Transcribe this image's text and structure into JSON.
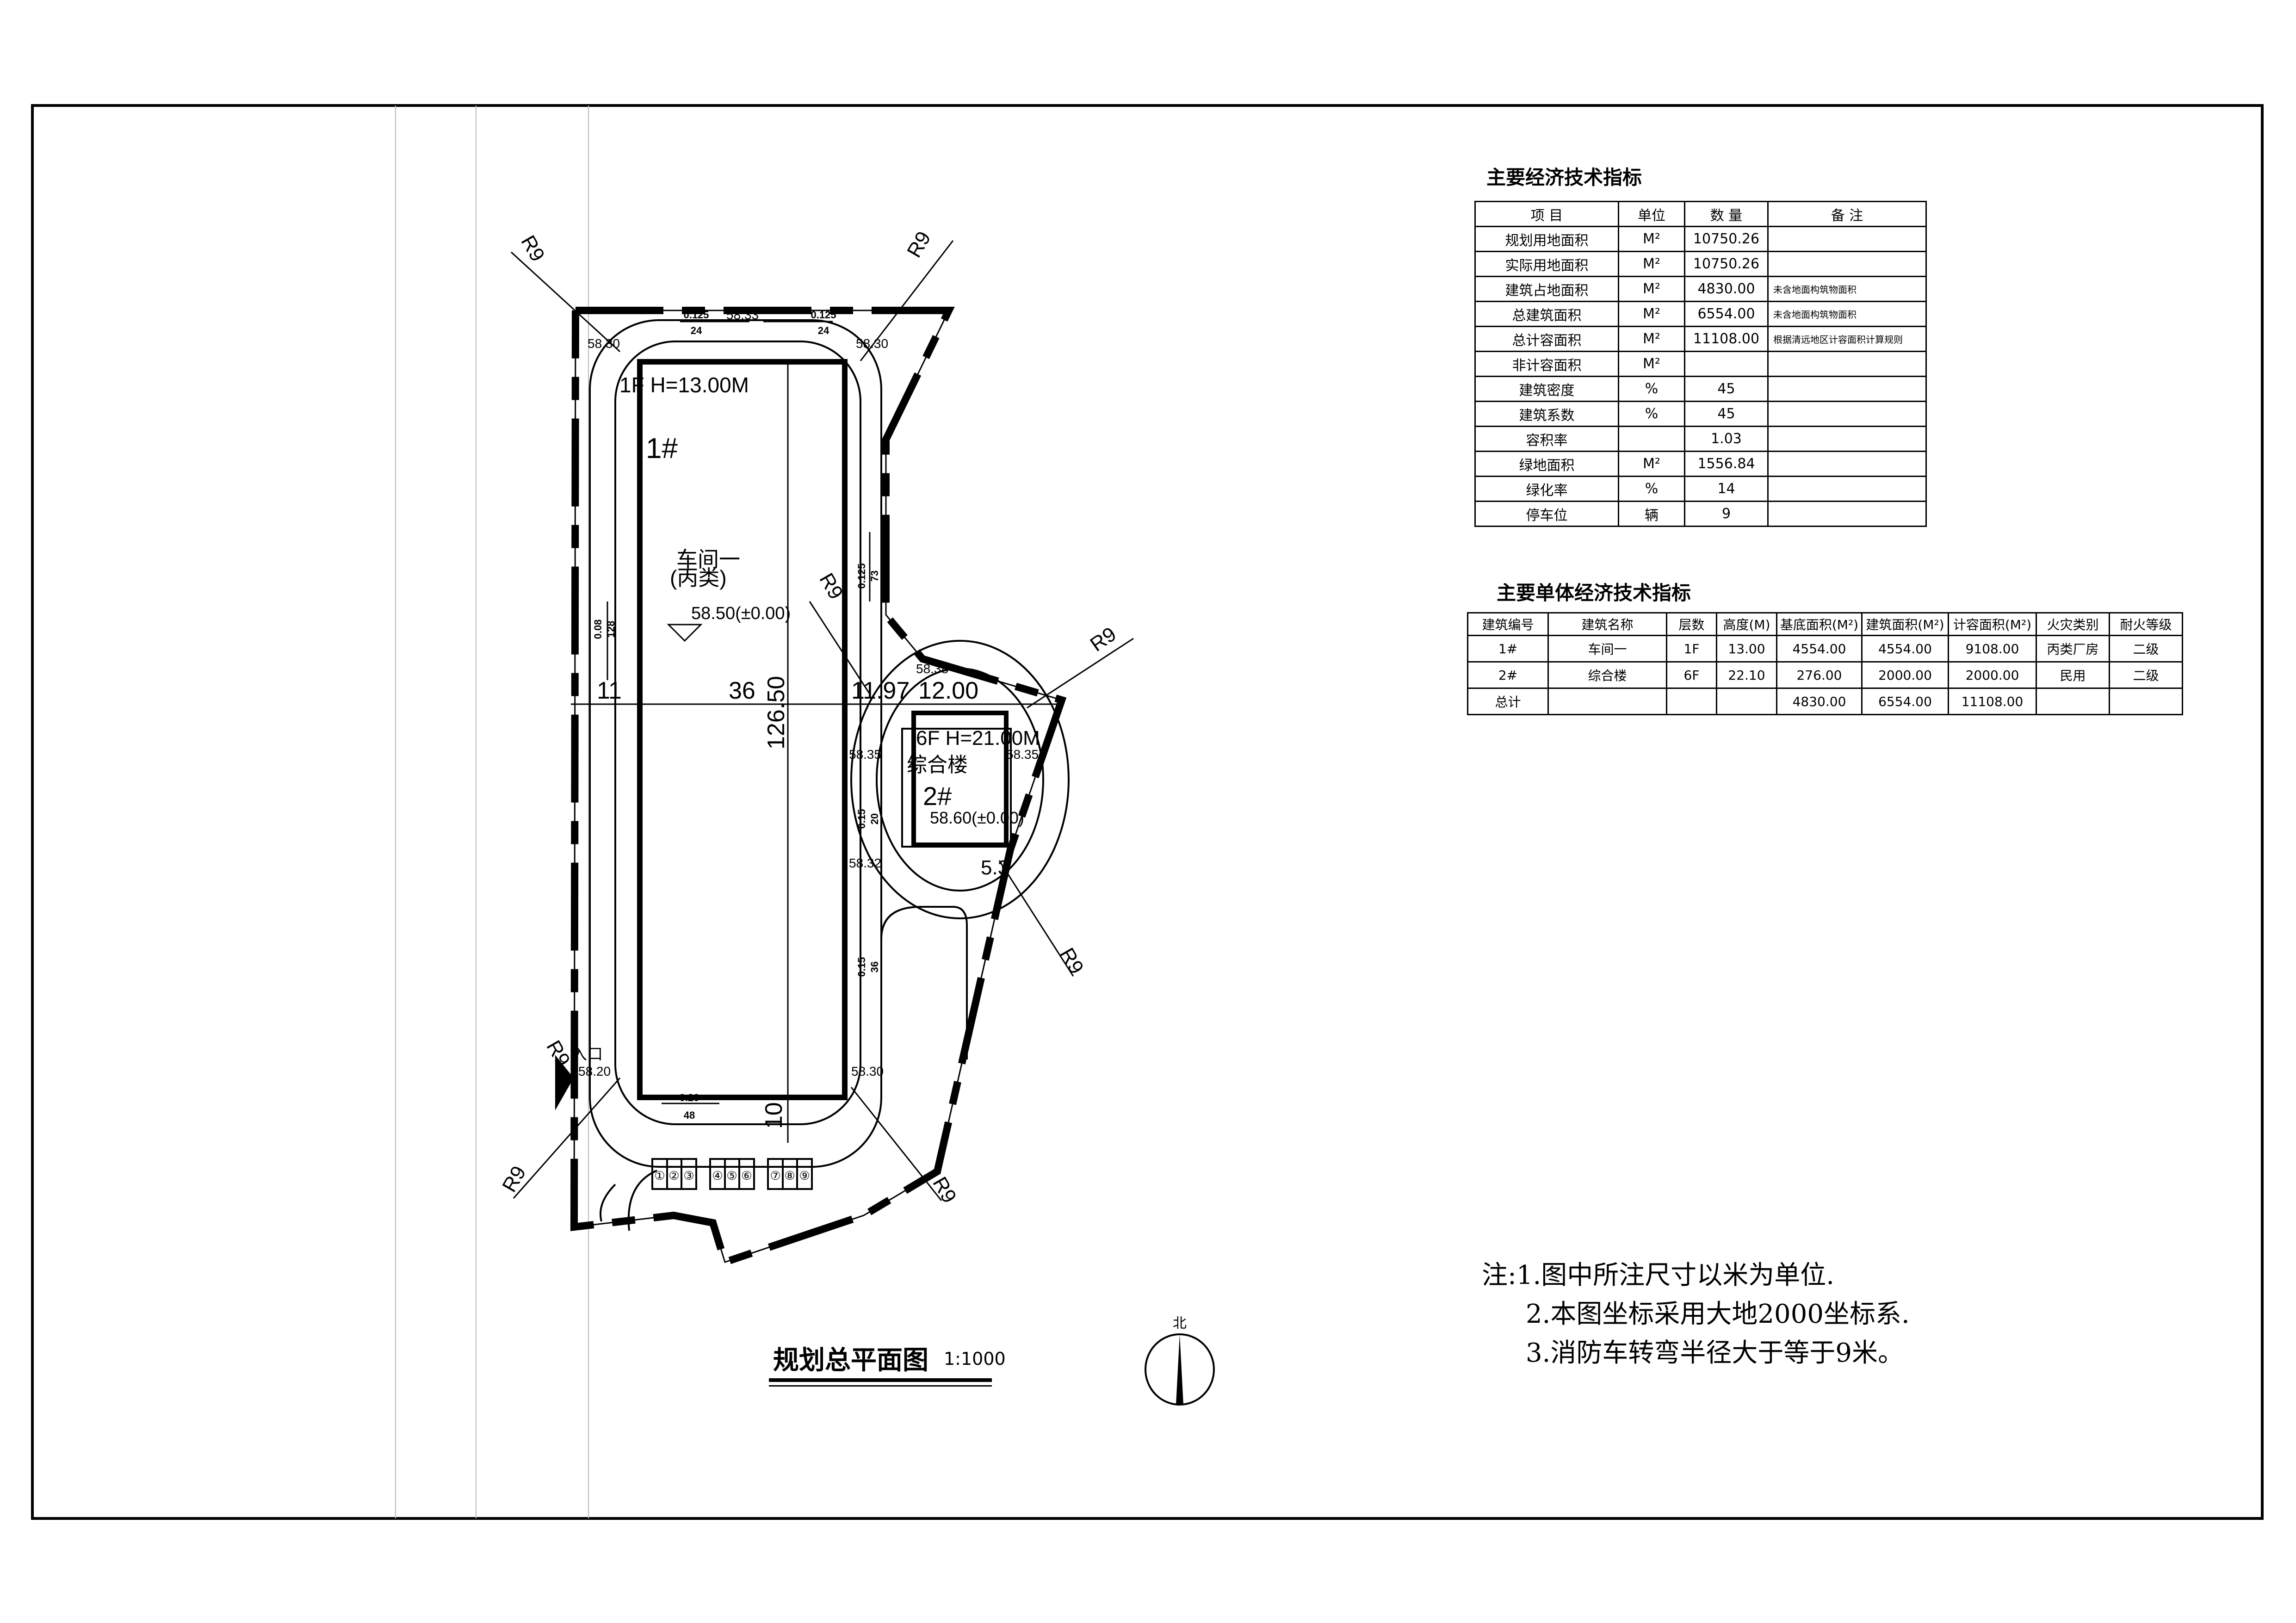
{
  "drawing": {
    "title": "规划总平面图",
    "scale": "1:1000",
    "north_label": "北",
    "building1": {
      "floors_height": "1F H=13.00M",
      "number": "1#",
      "name": "车间一",
      "class": "(丙类)",
      "elevation": "58.50(±0.00)"
    },
    "building2": {
      "floors_height": "6F H=21.00M",
      "number": "2#",
      "name": "综合楼",
      "elevation": "58.60(±0.00)"
    },
    "dimensions": {
      "d11": "11",
      "d36": "36",
      "d1197": "11.97",
      "d1200": "12.00",
      "d12650": "126.50",
      "d10": "10",
      "d53": "5.3"
    },
    "radius_labels": [
      "R9",
      "R9",
      "R9",
      "R9",
      "R9",
      "R9",
      "R9",
      "R9"
    ],
    "entrance": "入口",
    "elevations": [
      "58.30",
      "58.33",
      "58.30",
      "58.35",
      "58.35",
      "58.32",
      "58.38",
      "58.20",
      "58.30"
    ],
    "slopes": [
      {
        "grade": "0.125",
        "length": "24"
      },
      {
        "grade": "0.125",
        "length": "24"
      },
      {
        "grade": "0.125",
        "length": "73"
      },
      {
        "grade": "0.08",
        "length": "128"
      },
      {
        "grade": "0.15",
        "length": "20"
      },
      {
        "grade": "0.15",
        "length": "36"
      },
      {
        "grade": "0.20",
        "length": "48"
      }
    ],
    "parking": [
      "①",
      "②",
      "③",
      "④",
      "⑤",
      "⑥",
      "⑦",
      "⑧",
      "⑨"
    ]
  },
  "table1": {
    "title": "主要经济技术指标",
    "headers": [
      "项  目",
      "单位",
      "数 量",
      "备 注"
    ],
    "rows": [
      [
        "规划用地面积",
        "M²",
        "10750.26",
        ""
      ],
      [
        "实际用地面积",
        "M²",
        "10750.26",
        ""
      ],
      [
        "建筑占地面积",
        "M²",
        "4830.00",
        "未含地面构筑物面积"
      ],
      [
        "总建筑面积",
        "M²",
        "6554.00",
        "未含地面构筑物面积"
      ],
      [
        "总计容面积",
        "M²",
        "11108.00",
        "根据清远地区计容面积计算规则"
      ],
      [
        "非计容面积",
        "M²",
        "",
        ""
      ],
      [
        "建筑密度",
        "%",
        "45",
        ""
      ],
      [
        "建筑系数",
        "%",
        "45",
        ""
      ],
      [
        "容积率",
        "",
        "1.03",
        ""
      ],
      [
        "绿地面积",
        "M²",
        "1556.84",
        ""
      ],
      [
        "绿化率",
        "%",
        "14",
        ""
      ],
      [
        "停车位",
        "辆",
        "9",
        ""
      ]
    ]
  },
  "table2": {
    "title": "主要单体经济技术指标",
    "headers": [
      "建筑编号",
      "建筑名称",
      "层数",
      "高度(M)",
      "基底面积(M²)",
      "建筑面积(M²)",
      "计容面积(M²)",
      "火灾类别",
      "耐火等级"
    ],
    "rows": [
      [
        "1#",
        "车间一",
        "1F",
        "13.00",
        "4554.00",
        "4554.00",
        "9108.00",
        "丙类厂房",
        "二级"
      ],
      [
        "2#",
        "综合楼",
        "6F",
        "22.10",
        "276.00",
        "2000.00",
        "2000.00",
        "民用",
        "二级"
      ],
      [
        "总计",
        "",
        "",
        "",
        "4830.00",
        "6554.00",
        "11108.00",
        "",
        ""
      ]
    ]
  },
  "notes": [
    "注:1.图中所注尺寸以米为单位.",
    "2.本图坐标采用大地2000坐标系.",
    "3.消防车转弯半径大于等于9米。"
  ]
}
